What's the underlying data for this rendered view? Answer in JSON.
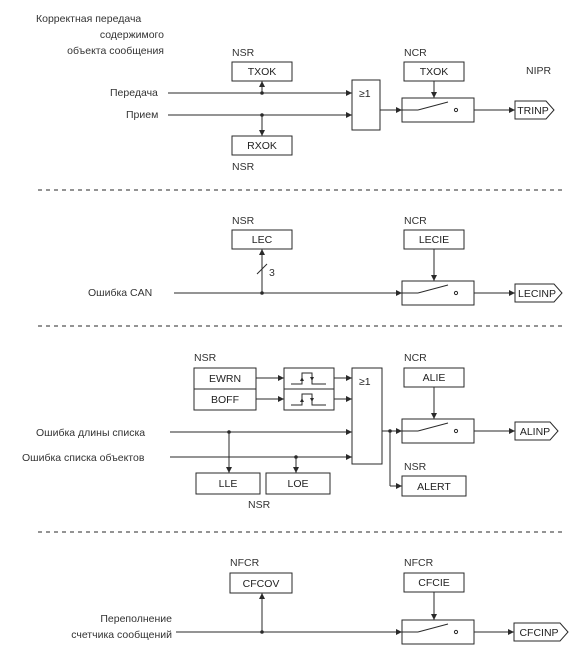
{
  "section1": {
    "label_line1": "Корректная передача",
    "label_line2": "содержимого",
    "label_line3": "объекта сообщения",
    "input_tx": "Передача",
    "input_rx": "Прием",
    "reg_top": "NSR",
    "txok": "TXOK",
    "rxok": "RXOK",
    "reg_bottom": "NSR",
    "or_label": "≥1",
    "ctrl_reg": "NCR",
    "ctrl_box": "TXOK",
    "ptr_reg": "NIPR",
    "output": "TRINP"
  },
  "section2": {
    "reg_top": "NSR",
    "lec": "LEC",
    "bus_width": "3",
    "input": "Ошибка CAN",
    "ctrl_reg": "NCR",
    "ctrl_box": "LECIE",
    "output": "LECINP"
  },
  "section3": {
    "reg_top": "NSR",
    "ewrn": "EWRN",
    "boff": "BOFF",
    "or_label": "≥1",
    "input_list_len": "Ошибка длины списка",
    "input_obj_list": "Ошибка списка объектов",
    "lle": "LLE",
    "loe": "LOE",
    "reg_bottom": "NSR",
    "ctrl_reg": "NCR",
    "ctrl_box": "ALIE",
    "alert_reg": "NSR",
    "alert": "ALERT",
    "output": "ALINP"
  },
  "section4": {
    "reg_left": "NFCR",
    "cfcov": "CFCOV",
    "input_line1": "Переполнение",
    "input_line2": "счетчика сообщений",
    "ctrl_reg": "NFCR",
    "ctrl_box": "CFCIE",
    "output": "CFCINP"
  }
}
